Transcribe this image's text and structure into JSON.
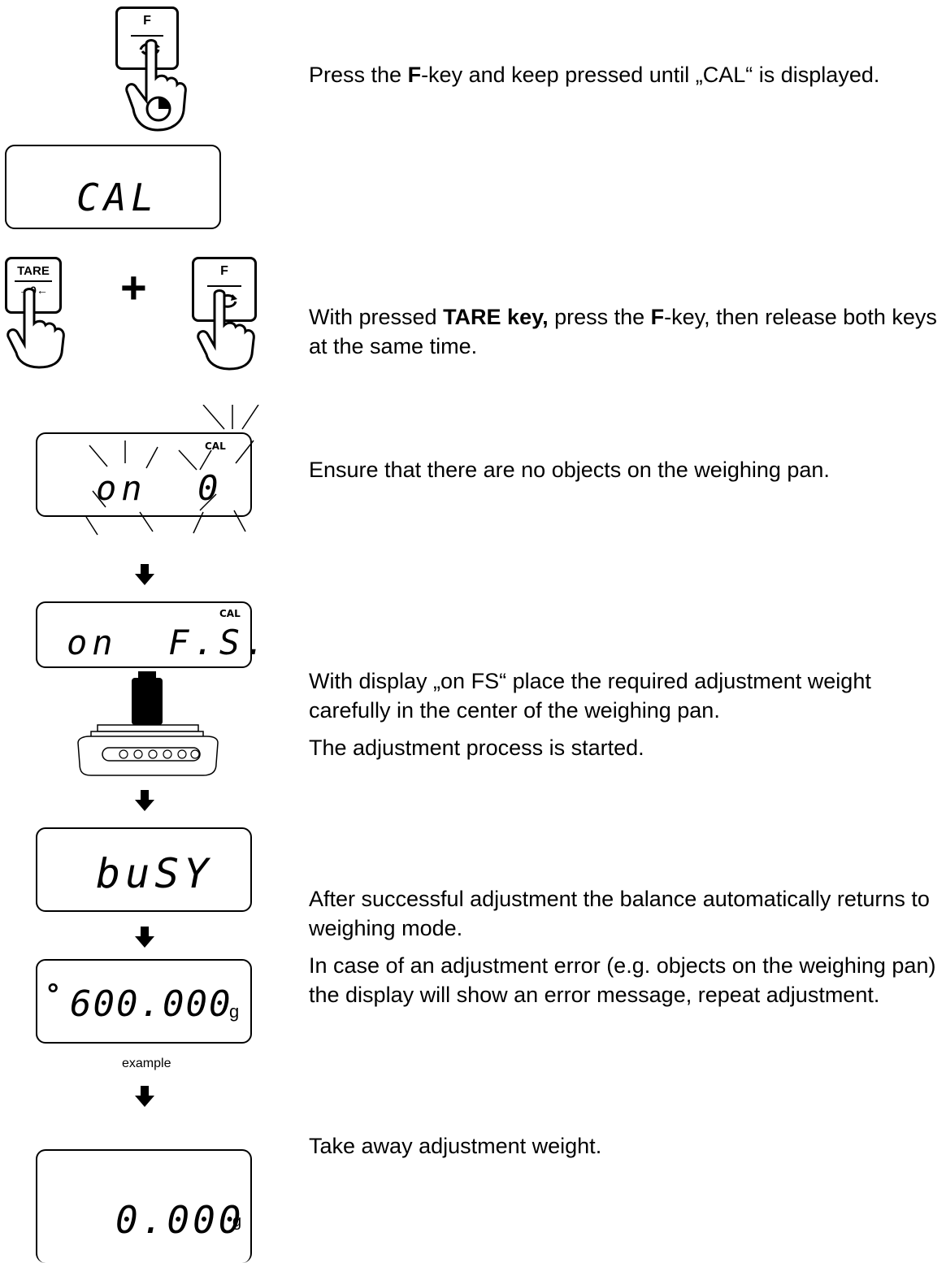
{
  "steps": [
    {
      "html_parts": [
        {
          "t": "Press the "
        },
        {
          "b": "F"
        },
        {
          "t": "-key and keep pressed until „CAL“ is displayed."
        }
      ]
    },
    {
      "html_parts": [
        {
          "t": "With pressed "
        },
        {
          "b": "TARE key,"
        },
        {
          "t": " press the "
        },
        {
          "b": "F"
        },
        {
          "t": "-key, then release both keys at the same time."
        }
      ]
    },
    {
      "text": "Ensure that there are no objects on the weighing pan."
    },
    {
      "text": "With display „on FS“ place the required adjustment weight carefully in the center of the weighing pan."
    },
    {
      "text": "The adjustment process is started."
    },
    {
      "text": "After successful adjustment the balance automatically returns to weighing mode."
    },
    {
      "text": "In case of an adjustment error (e.g. objects on the weighing pan) the display will show an error message, repeat adjustment."
    },
    {
      "text": "Take away adjustment weight."
    }
  ],
  "keys": {
    "f_label": "F",
    "tare_label": "TARE",
    "tare_sub": "→0←",
    "plus": "+"
  },
  "displays": {
    "cal": "CAL",
    "on0_text": "on  0",
    "on0_indicator": "CAL",
    "onfs_text": "on  F.S.",
    "onfs_indicator": "CAL",
    "busy": "buSY",
    "weight_value": "600.000",
    "weight_unit": "g",
    "weight_stable": "°",
    "zero_value": "0.000",
    "zero_unit": "g"
  },
  "example_caption": "example"
}
